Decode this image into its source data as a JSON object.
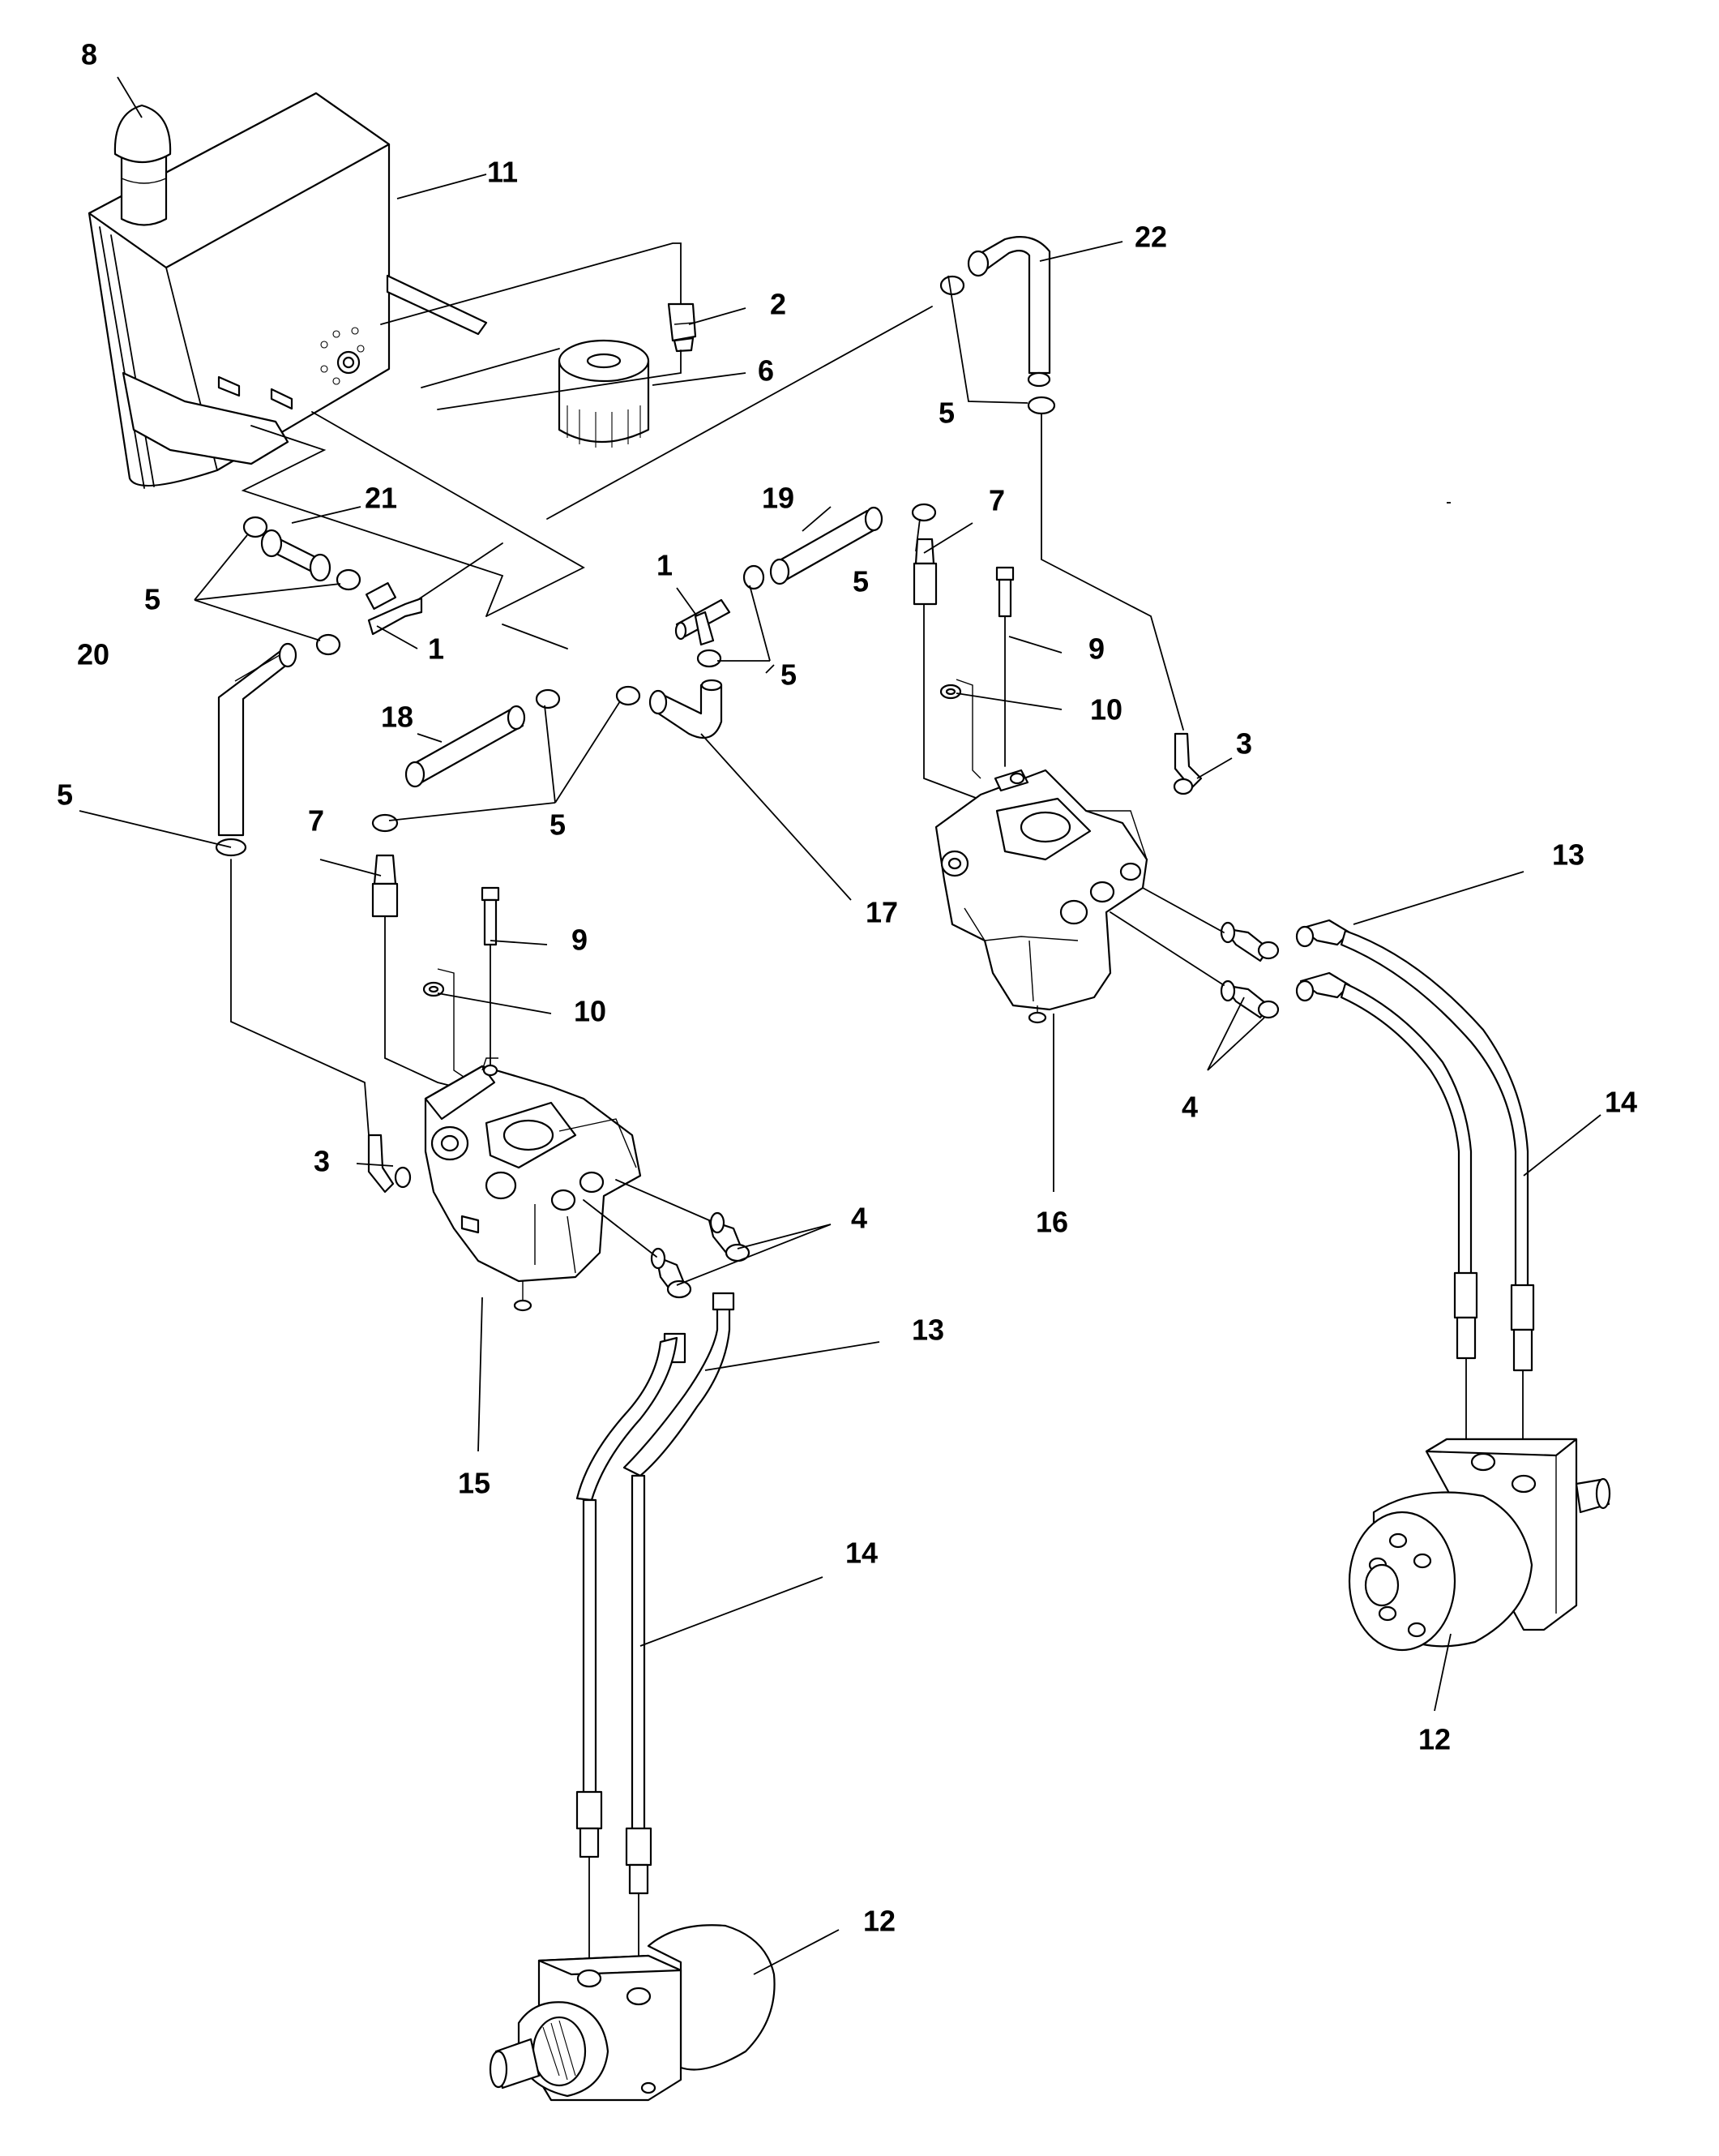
{
  "diagram": {
    "callouts": {
      "c1a": "1",
      "c1b": "1",
      "c2": "2",
      "c3a": "3",
      "c3b": "3",
      "c4a": "4",
      "c4b": "4",
      "c5a": "5",
      "c5b": "5",
      "c5c": "5",
      "c5d": "5",
      "c5e": "5",
      "c5f": "5",
      "c6": "6",
      "c7a": "7",
      "c7b": "7",
      "c8": "8",
      "c9a": "9",
      "c9b": "9",
      "c10a": "10",
      "c10b": "10",
      "c11": "11",
      "c12a": "12",
      "c12b": "12",
      "c13a": "13",
      "c13b": "13",
      "c14a": "14",
      "c14b": "14",
      "c15": "15",
      "c16": "16",
      "c17": "17",
      "c18": "18",
      "c19": "19",
      "c20": "20",
      "c21": "21",
      "c22": "22"
    }
  }
}
